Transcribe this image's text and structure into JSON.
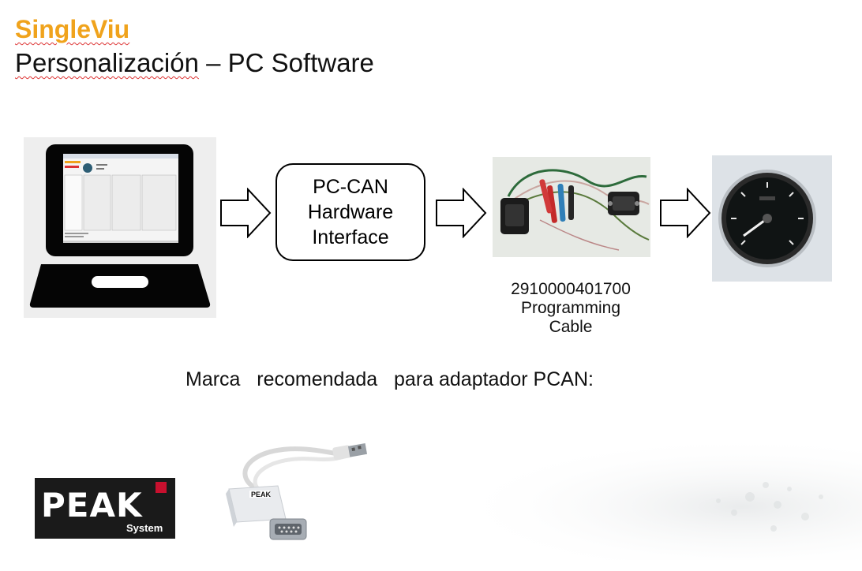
{
  "header": {
    "brand": "SingleViu",
    "subtitle_word": "Personalización",
    "subtitle_rest": " – PC Software"
  },
  "flow": {
    "box_lines": [
      "PC-CAN",
      "Hardware",
      "Interface"
    ],
    "cable_caption_lines": [
      "2910000401700",
      "Programming",
      "Cable"
    ]
  },
  "recommendation": {
    "text": "Marca   recomendada   para adaptador PCAN:"
  },
  "peak_logo": {
    "wordmark": "PEAK",
    "tagline": "System"
  },
  "adapter_label": "PEAK",
  "colors": {
    "brand_orange": "#f0a31c",
    "spell_underline": "#d33333",
    "peak_red": "#c8102e"
  }
}
